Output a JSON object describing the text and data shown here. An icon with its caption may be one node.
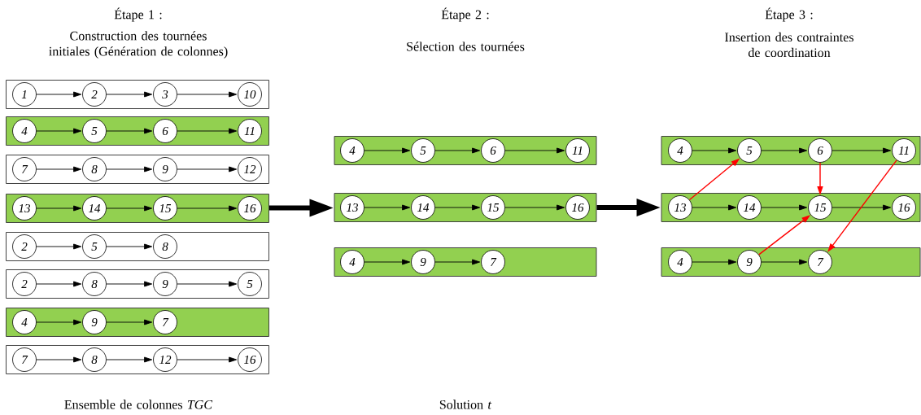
{
  "diagram": {
    "nodes": [
      {
        "text": [],
        "shape": "box"
      },
      {
        "text": [
          "1"
        ],
        "in": 0
      },
      {
        "text": [
          "2"
        ],
        "in": 0
      },
      {
        "text": [
          "3"
        ],
        "in": 0
      },
      {
        "text": [
          "10"
        ],
        "in": 0
      },
      {
        "text": [],
        "shape": "box"
      },
      {
        "text": [
          "4"
        ],
        "in": 5
      },
      {
        "text": [
          "5"
        ],
        "in": 5
      },
      {
        "text": [
          "6"
        ],
        "in": 5
      },
      {
        "text": [
          "11"
        ],
        "in": 5
      },
      {
        "text": [],
        "shape": "box"
      },
      {
        "text": [
          "7"
        ],
        "in": 10
      },
      {
        "text": [
          "8"
        ],
        "in": 10
      },
      {
        "text": [
          "9"
        ],
        "in": 10
      },
      {
        "text": [
          "12"
        ],
        "in": 10
      },
      {
        "text": [],
        "shape": "box"
      },
      {
        "text": [
          "13"
        ],
        "in": 15
      },
      {
        "text": [
          "14"
        ],
        "in": 15
      },
      {
        "text": [
          "15"
        ],
        "in": 15
      },
      {
        "text": [
          "16"
        ],
        "in": 15
      },
      {
        "text": [],
        "shape": "box"
      },
      {
        "text": [
          "2"
        ],
        "in": 20
      },
      {
        "text": [
          "5"
        ],
        "in": 20
      },
      {
        "text": [
          "8"
        ],
        "in": 20
      },
      {
        "text": [],
        "shape": "box"
      },
      {
        "text": [
          "2"
        ],
        "in": 24
      },
      {
        "text": [
          "8"
        ],
        "in": 24
      },
      {
        "text": [
          "9"
        ],
        "in": 24
      },
      {
        "text": [
          "5"
        ],
        "in": 24
      },
      {
        "text": [],
        "shape": "box"
      },
      {
        "text": [
          "4"
        ],
        "in": 29
      },
      {
        "text": [
          "9"
        ],
        "in": 29
      },
      {
        "text": [
          "7"
        ],
        "in": 29
      },
      {
        "text": [],
        "shape": "box"
      },
      {
        "text": [
          "7"
        ],
        "in": 33
      },
      {
        "text": [
          "8"
        ],
        "in": 33
      },
      {
        "text": [
          "12"
        ],
        "in": 33
      },
      {
        "text": [
          "16"
        ],
        "in": 33
      },
      {
        "text": [],
        "shape": "box"
      },
      {
        "text": [
          "4"
        ],
        "in": 38
      },
      {
        "text": [
          "5"
        ],
        "in": 38
      },
      {
        "text": [
          "6"
        ],
        "in": 38
      },
      {
        "text": [
          "11"
        ],
        "in": 38
      },
      {
        "text": [],
        "shape": "box"
      },
      {
        "text": [
          "13"
        ],
        "in": 43
      },
      {
        "text": [
          "14"
        ],
        "in": 43
      },
      {
        "text": [
          "15"
        ],
        "in": 43
      },
      {
        "text": [
          "16"
        ],
        "in": 43
      },
      {
        "text": [],
        "shape": "box"
      },
      {
        "text": [
          "4"
        ],
        "in": 48
      },
      {
        "text": [
          "9"
        ],
        "in": 48
      },
      {
        "text": [
          "7"
        ],
        "in": 48
      },
      {
        "text": [],
        "shape": "box"
      },
      {
        "text": [
          "4"
        ],
        "in": 52
      },
      {
        "text": [
          "5"
        ],
        "in": 52
      },
      {
        "text": [
          "6"
        ],
        "in": 52
      },
      {
        "text": [
          "11"
        ],
        "in": 52
      },
      {
        "text": [],
        "shape": "box"
      },
      {
        "text": [
          "13"
        ],
        "in": 57
      },
      {
        "text": [
          "14"
        ],
        "in": 57
      },
      {
        "text": [
          "15"
        ],
        "in": 57
      },
      {
        "text": [
          "16"
        ],
        "in": 57
      },
      {
        "text": [],
        "shape": "box"
      },
      {
        "text": [
          "4"
        ],
        "in": 62
      },
      {
        "text": [
          "9"
        ],
        "in": 62
      },
      {
        "text": [
          "7"
        ],
        "in": 62
      }
    ],
    "edges": [
      {
        "from": 1,
        "to": 2,
        "arrow": "to"
      },
      {
        "from": 2,
        "to": 3,
        "arrow": "to"
      },
      {
        "from": 3,
        "to": 4,
        "arrow": "to"
      },
      {
        "from": 6,
        "to": 7,
        "arrow": "to"
      },
      {
        "from": 7,
        "to": 8,
        "arrow": "to"
      },
      {
        "from": 8,
        "to": 9,
        "arrow": "to"
      },
      {
        "from": 11,
        "to": 12,
        "arrow": "to"
      },
      {
        "from": 12,
        "to": 13,
        "arrow": "to"
      },
      {
        "from": 13,
        "to": 14,
        "arrow": "to"
      },
      {
        "from": 16,
        "to": 17,
        "arrow": "to"
      },
      {
        "from": 17,
        "to": 18,
        "arrow": "to"
      },
      {
        "from": 18,
        "to": 19,
        "arrow": "to"
      },
      {
        "from": 21,
        "to": 22,
        "arrow": "to"
      },
      {
        "from": 22,
        "to": 23,
        "arrow": "to"
      },
      {
        "from": 25,
        "to": 26,
        "arrow": "to"
      },
      {
        "from": 26,
        "to": 27,
        "arrow": "to"
      },
      {
        "from": 27,
        "to": 28,
        "arrow": "to"
      },
      {
        "from": 30,
        "to": 31,
        "arrow": "to"
      },
      {
        "from": 31,
        "to": 32,
        "arrow": "to"
      },
      {
        "from": 34,
        "to": 35,
        "arrow": "to"
      },
      {
        "from": 35,
        "to": 36,
        "arrow": "to"
      },
      {
        "from": 36,
        "to": 37,
        "arrow": "to"
      },
      {
        "from": 39,
        "to": 40,
        "arrow": "to"
      },
      {
        "from": 40,
        "to": 41,
        "arrow": "to"
      },
      {
        "from": 41,
        "to": 42,
        "arrow": "to"
      },
      {
        "from": 44,
        "to": 45,
        "arrow": "to"
      },
      {
        "from": 45,
        "to": 46,
        "arrow": "to"
      },
      {
        "from": 46,
        "to": 47,
        "arrow": "to"
      },
      {
        "from": 49,
        "to": 50,
        "arrow": "to"
      },
      {
        "from": 50,
        "to": 51,
        "arrow": "to"
      },
      {
        "from": 53,
        "to": 54,
        "arrow": "to"
      },
      {
        "from": 54,
        "to": 55,
        "arrow": "to"
      },
      {
        "from": 55,
        "to": 56,
        "arrow": "to"
      },
      {
        "from": 58,
        "to": 59,
        "arrow": "to"
      },
      {
        "from": 59,
        "to": 60,
        "arrow": "to"
      },
      {
        "from": 60,
        "to": 61,
        "arrow": "to"
      },
      {
        "from": 63,
        "to": 64,
        "arrow": "to"
      },
      {
        "from": 64,
        "to": 65,
        "arrow": "to"
      },
      {
        "from": 15,
        "to": 43,
        "arrow": "to",
        "style": "thick"
      },
      {
        "from": 43,
        "to": 57,
        "arrow": "to",
        "style": "thick"
      },
      {
        "from": 58,
        "to": 54,
        "arrow": "to",
        "color": "#ff0000"
      },
      {
        "from": 55,
        "to": 60,
        "arrow": "to",
        "color": "#ff0000"
      },
      {
        "from": 56,
        "to": 65,
        "arrow": "to",
        "color": "#ff0000"
      },
      {
        "from": 64,
        "to": 60,
        "arrow": "to",
        "color": "#ff0000"
      }
    ],
    "labels": [
      "Étape 1 :",
      "Construction des tournées initiales (Génération de colonnes)",
      "Étape 2 :",
      "Sélection des tournées",
      "Étape 3 :",
      "Insertion des contraintes de coordination",
      "Ensemble de colonnes *TGC*",
      "Solution *t*"
    ]
  }
}
